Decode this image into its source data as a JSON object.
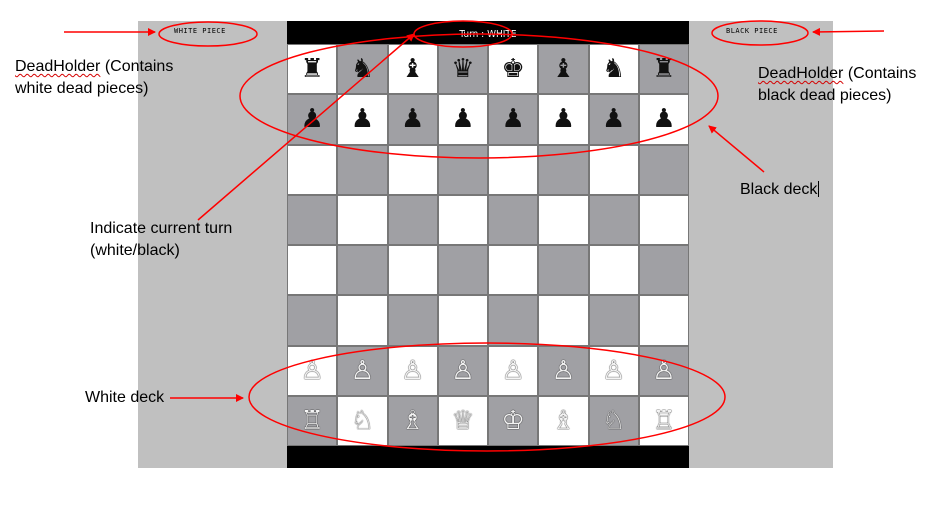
{
  "left_holder": {
    "label": "WHITE PIECE"
  },
  "right_holder": {
    "label": "BLACK PIECE"
  },
  "turn_indicator": {
    "text": "Turn : WHITE"
  },
  "board": {
    "rows": [
      [
        "♜",
        "♞",
        "♝",
        "♛",
        "♚",
        "♝",
        "♞",
        "♜"
      ],
      [
        "♟",
        "♟",
        "♟",
        "♟",
        "♟",
        "♟",
        "♟",
        "♟"
      ],
      [
        "",
        "",
        "",
        "",
        "",
        "",
        "",
        ""
      ],
      [
        "",
        "",
        "",
        "",
        "",
        "",
        "",
        ""
      ],
      [
        "",
        "",
        "",
        "",
        "",
        "",
        "",
        ""
      ],
      [
        "",
        "",
        "",
        "",
        "",
        "",
        "",
        ""
      ],
      [
        "♙",
        "♙",
        "♙",
        "♙",
        "♙",
        "♙",
        "♙",
        "♙"
      ],
      [
        "♖",
        "♘",
        "♗",
        "♕",
        "♔",
        "♗",
        "♘",
        "♖"
      ]
    ],
    "piece_colors": [
      "black",
      "black",
      "",
      "",
      "",
      "",
      "white",
      "white"
    ],
    "light_color": "#ffffff",
    "dark_color": "#a0a0a4"
  },
  "annotations": {
    "dead_holder_white": {
      "word": "DeadHolder",
      "rest": " (Contains",
      "line2": "white dead pieces)"
    },
    "dead_holder_black": {
      "word": "DeadHolder",
      "rest": " (Contains",
      "line2": "black dead pieces)"
    },
    "turn_note": {
      "line1": "Indicate current turn",
      "line2": "(white/black)"
    },
    "black_deck": "Black deck",
    "white_deck": "White deck"
  },
  "colors": {
    "annotation": "#ff0000",
    "panel": "#c0c0c0",
    "bar": "#000000"
  }
}
